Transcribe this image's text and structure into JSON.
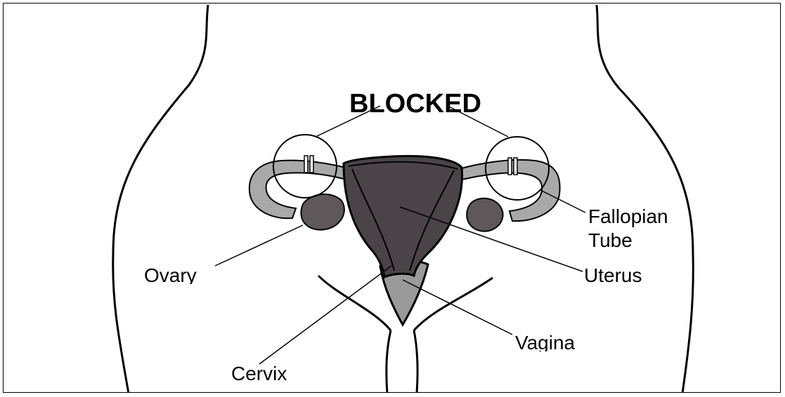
{
  "diagram": {
    "title": "BLOCKED",
    "labels": {
      "fallopian_line1": "Fallopian",
      "fallopian_line2": "Tube",
      "ovary": "Ovary",
      "uterus": "Uterus",
      "vagina": "Vagina",
      "cervix": "Cervix"
    },
    "colors": {
      "uterus": "#4a4448",
      "tube": "#a9a9a9",
      "ovary": "#5e585b",
      "vagina": "#9a9a9a",
      "outline": "#000000"
    }
  }
}
